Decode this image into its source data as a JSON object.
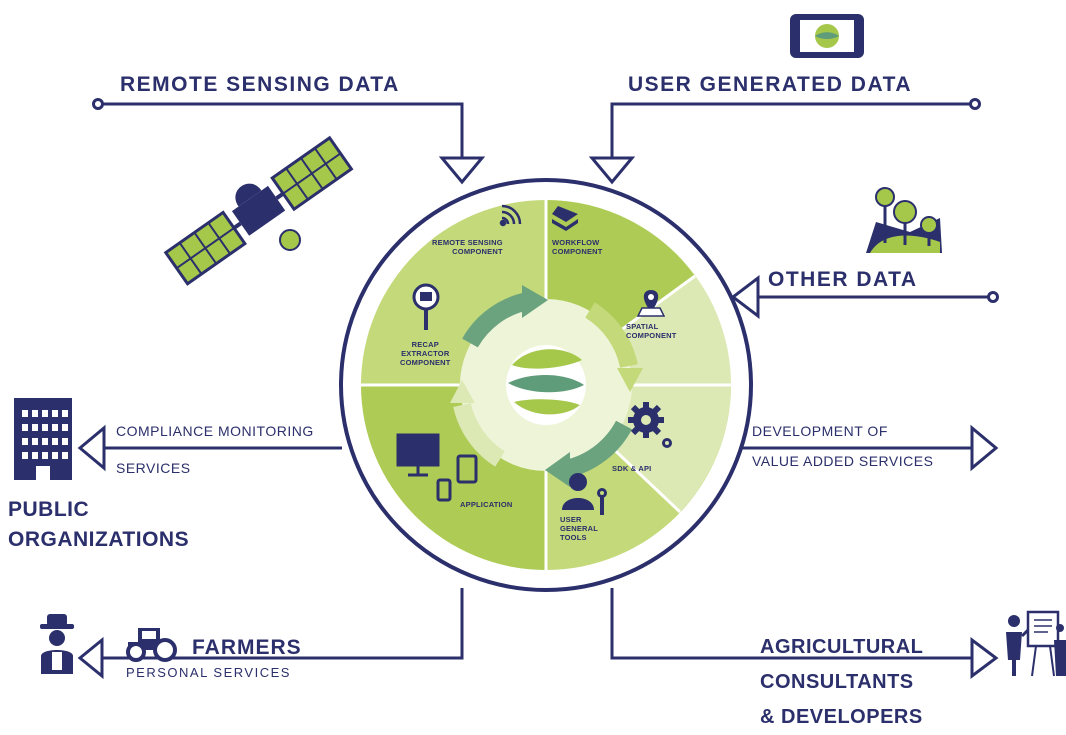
{
  "inputs": {
    "remote_sensing": "REMOTE SENSING DATA",
    "user_generated": "USER GENERATED DATA",
    "other": "OTHER DATA"
  },
  "components": {
    "remote_sensing": [
      "REMOTE SENSING",
      "COMPONENT"
    ],
    "workflow": [
      "WORKFLOW",
      "COMPONENT"
    ],
    "spatial": [
      "SPATIAL",
      "COMPONENT"
    ],
    "recap": [
      "RECAP",
      "EXTRACTOR",
      "COMPONENT"
    ],
    "sdk": "SDK & API",
    "application": "APPLICATION",
    "user_tools": [
      "USER",
      "GENERAL",
      "TOOLS"
    ]
  },
  "outputs": {
    "compliance": [
      "COMPLIANCE MONITORING",
      "SERVICES"
    ],
    "public_orgs": [
      "PUBLIC",
      "ORGANIZATIONS"
    ],
    "value_added": [
      "DEVELOPMENT OF",
      "VALUE ADDED SERVICES"
    ],
    "farmers": "FARMERS",
    "personal": "PERSONAL SERVICES",
    "consultants": [
      "AGRICULTURAL",
      "CONSULTANTS",
      "& DEVELOPERS"
    ]
  },
  "colors": {
    "navy": "#2b2f6b",
    "green_light": "#dce9b4",
    "green_mid": "#c3d97a",
    "green_dark": "#aecb55",
    "teal": "#5f9c79",
    "accent": "#a6c84a"
  }
}
